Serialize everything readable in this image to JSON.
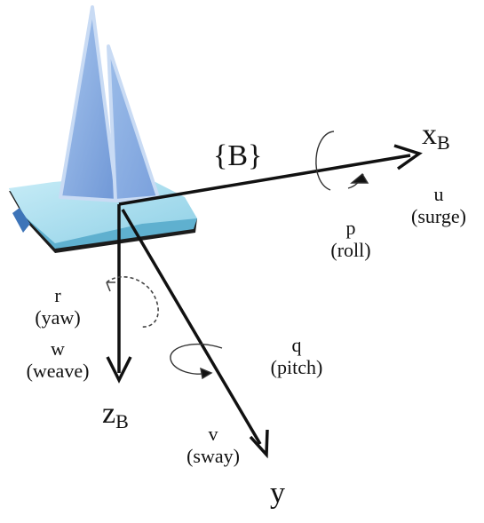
{
  "frame_label": "{B}",
  "axes": {
    "x": {
      "main": "x",
      "sub": "B"
    },
    "z": {
      "main": "z",
      "sub": "B"
    },
    "y": {
      "main": "y"
    }
  },
  "motions": {
    "surge": {
      "var": "u",
      "name": "(surge)"
    },
    "roll": {
      "var": "p",
      "name": "(roll)"
    },
    "yaw": {
      "var": "r",
      "name": "(yaw)"
    },
    "weave": {
      "var": "w",
      "name": "(weave)"
    },
    "pitch": {
      "var": "q",
      "name": "(pitch)"
    },
    "sway": {
      "var": "v",
      "name": "(sway)"
    }
  },
  "colors": {
    "axis": "#111111",
    "sail_fill": "#8fb3e4",
    "sail_edge": "#c9dbf4",
    "hull_top": "#a9dcee",
    "hull_side": "#5fb0cf",
    "hull_dark": "#1c1c1c",
    "thruster": "#3d74b8"
  }
}
